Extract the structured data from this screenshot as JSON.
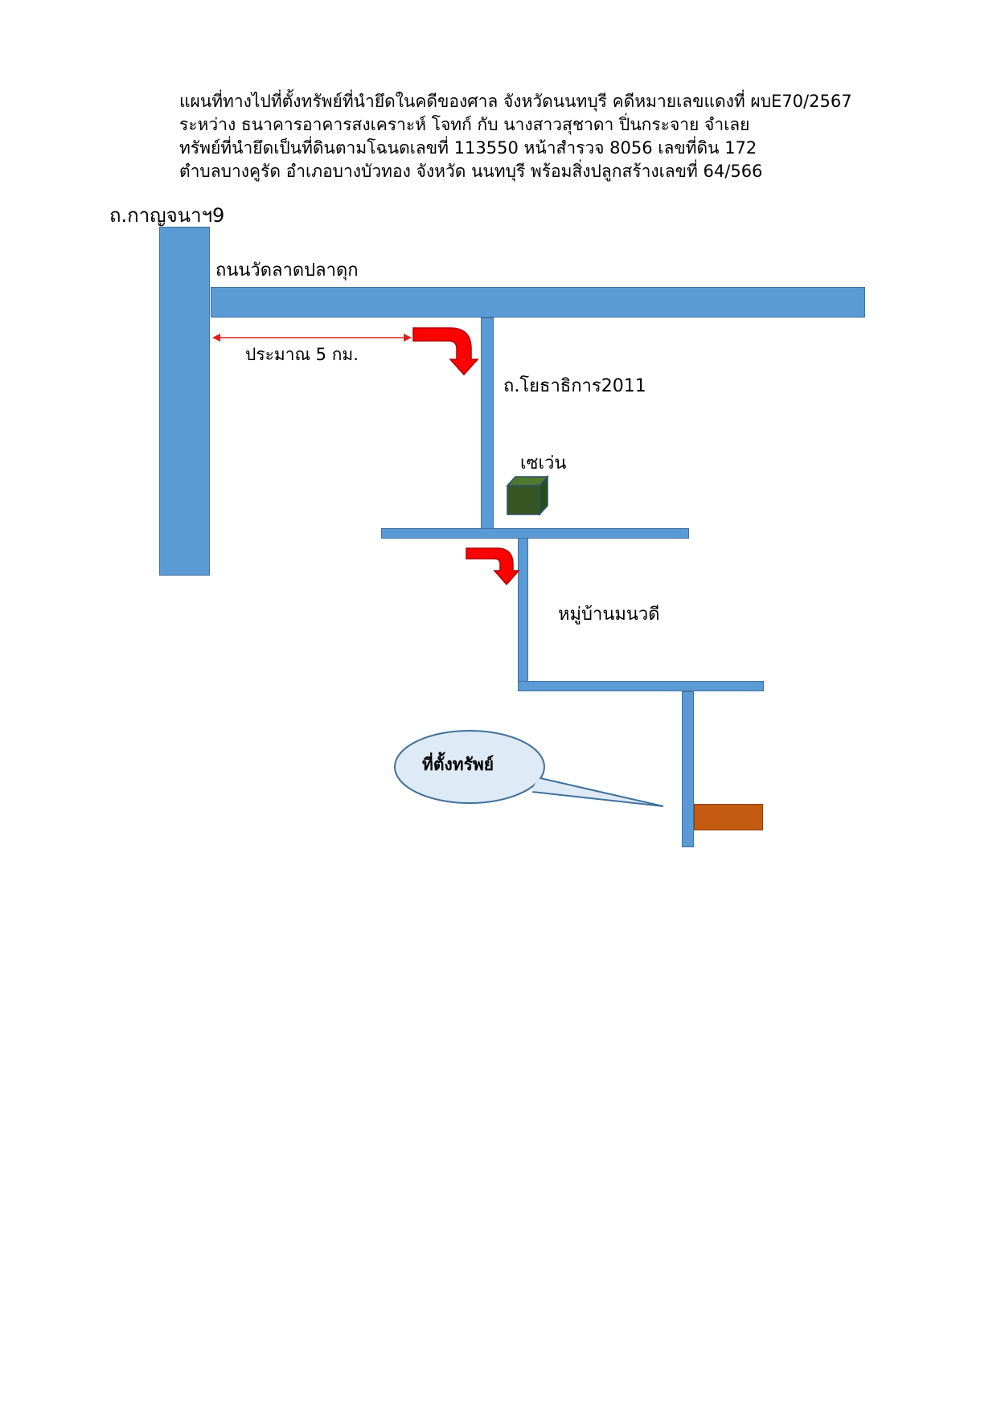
{
  "header": {
    "lines": [
      "แผนที่ทางไปที่ตั้งทรัพย์ที่นำยึดในคดีของศาล จังหวัดนนทบุรี คดีหมายเลขแดงที่ ผบE70/2567",
      "ระหว่าง ธนาคารอาคารสงเคราะห์ โจทก์ กับ นางสาวสุชาดา  ปิ่นกระจาย จำเลย",
      "ทรัพย์ที่นำยึดเป็นที่ดินตามโฉนดเลขที่ 113550 หน้าสำรวจ 8056 เลขที่ดิน 172",
      "ตำบลบางคูรัด อำเภอบางบัวทอง จังหวัด นนทบุรี พร้อมสิ่งปลูกสร้างเลขที่ 64/566"
    ]
  },
  "map": {
    "labels": {
      "kanchana_road": "ถ.กาญจนาฯ9",
      "wat_lat_pla_duk_road": "ถนนวัดลาดปลาดุก",
      "distance": "ประมาณ 5 กม.",
      "yothathikan_road": "ถ.โยธาธิการ2011",
      "seven_eleven": "เซเว่น",
      "village": "หมู่บ้านมนวดี",
      "property_location": "ที่ตั้งทรัพย์"
    },
    "colors": {
      "road": "#5b9bd5",
      "road_border": "#41719c",
      "turn_arrow": "#ff0000",
      "distance_arrow": "#e02020",
      "store": "#375623",
      "property": "#c55a11",
      "callout_fill": "#deebf7"
    },
    "icons": [
      "turn-right-arrow-icon",
      "store-cube-icon",
      "property-marker-icon"
    ]
  }
}
